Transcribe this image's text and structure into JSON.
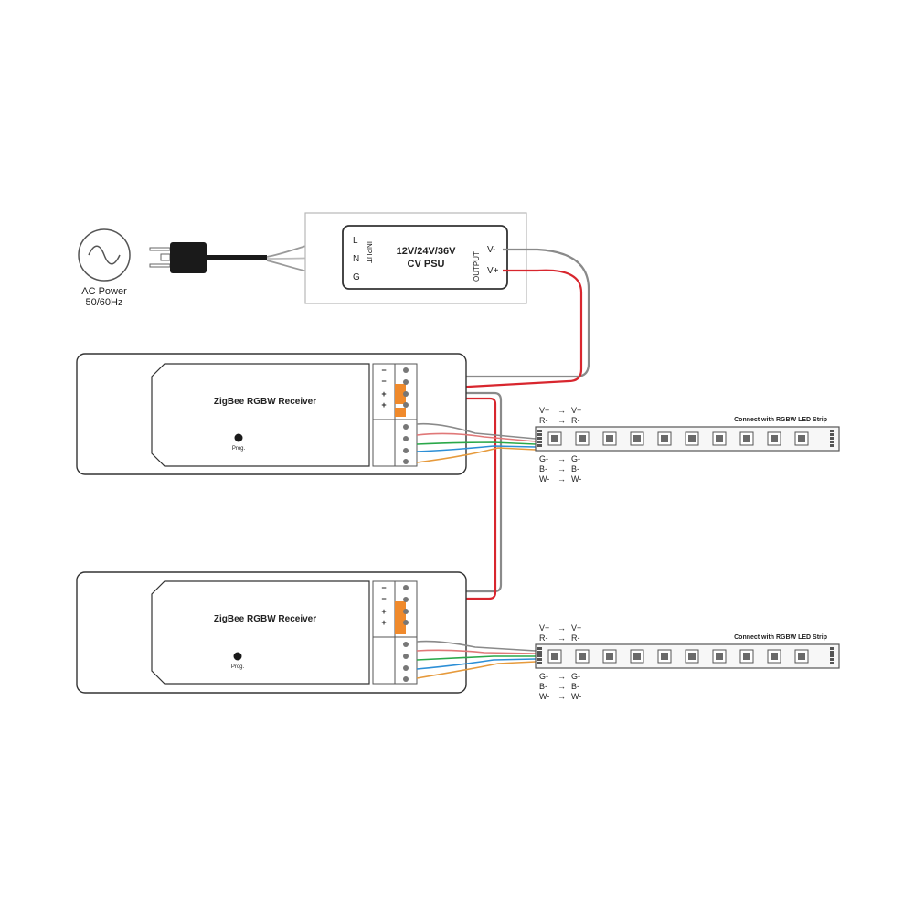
{
  "ac_power": {
    "line1": "AC Power",
    "line2": "50/60Hz"
  },
  "psu": {
    "title_line1": "12V/24V/36V",
    "title_line2": "CV PSU",
    "input_label": "INPUT",
    "output_label": "OUTPUT",
    "input_terminals": [
      "L",
      "N",
      "G"
    ],
    "output_terminals": [
      "V-",
      "V+"
    ]
  },
  "receivers": [
    {
      "title": "ZigBee RGBW Receiver",
      "button_label": "Prog."
    },
    {
      "title": "ZigBee RGBW Receiver",
      "button_label": "Prog."
    }
  ],
  "receiver_terminal_marks": [
    "−",
    "−",
    "+",
    "+"
  ],
  "strip_label": "Connect with RGBW LED Strip",
  "strip_mapping_top": [
    {
      "from": "V+",
      "to": "V+"
    },
    {
      "from": "R-",
      "to": "R-"
    }
  ],
  "strip_mapping_bottom": [
    {
      "from": "G-",
      "to": "G-"
    },
    {
      "from": "B-",
      "to": "B-"
    },
    {
      "from": "W-",
      "to": "W-"
    }
  ],
  "wire_colors": {
    "positive": "#d8262e",
    "negative": "#8a8a8a",
    "red_channel": "#e07878",
    "green_channel": "#2aa84a",
    "blue_channel": "#2d8fd6",
    "white_channel": "#e69a3c",
    "terminal_orange": "#f08a2c"
  }
}
